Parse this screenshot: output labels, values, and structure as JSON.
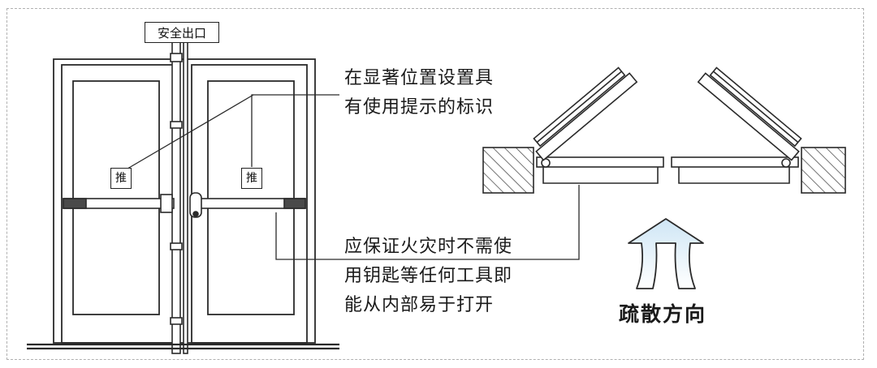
{
  "exit_sign": "安全出口",
  "push_label_left": "推",
  "push_label_right": "推",
  "note_top": [
    "在显著位置设置具",
    "有使用提示的标识"
  ],
  "note_bottom": [
    "应保证火灾时不需使",
    "用钥匙等任何工具即",
    "能从内部易于打开"
  ],
  "evacuation_label": "疏散方向",
  "colors": {
    "line": "#2a2a2a",
    "hatch": "#555555",
    "arrow_fill_top": "#d6eaf6",
    "arrow_fill_bottom": "#ffffff",
    "frame": "#b0b0b0"
  }
}
